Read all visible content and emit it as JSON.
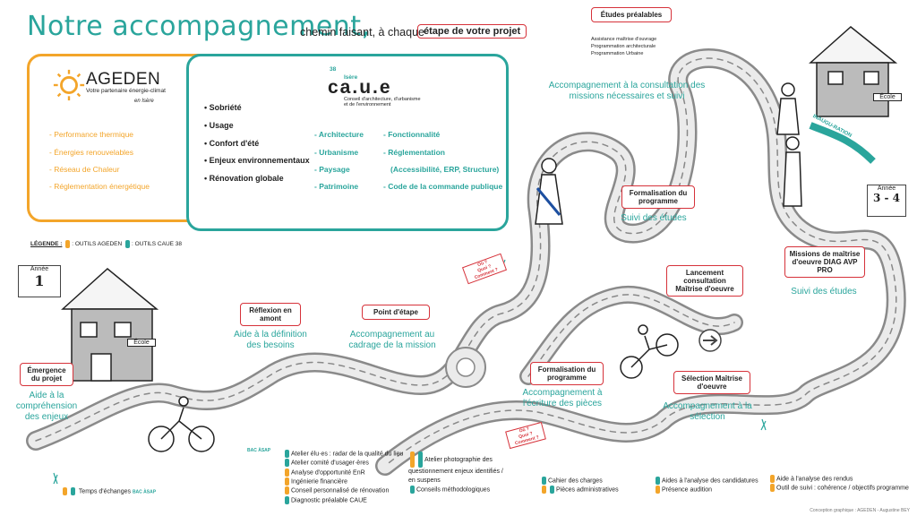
{
  "header": {
    "title": "Notre accompagnement,",
    "subtitle": "chemin faisant, à chaque",
    "etape_label": "étape de votre projet"
  },
  "ageden": {
    "name": "AGEDEN",
    "tagline": "Votre partenaire énergie-climat",
    "isere": "en Isère",
    "items": [
      "Performance thermique",
      "Énergies renouvelables",
      "Réseau de Chaleur",
      "Réglementation énergétique"
    ]
  },
  "common": {
    "items": [
      "Sobriété",
      "Usage",
      "Confort d'été",
      "Enjeux environnementaux",
      "Rénovation globale"
    ]
  },
  "caue": {
    "number": "38",
    "isere": "Isère",
    "name": "ca.u.e",
    "subtitle": "Conseil d'architecture, d'urbanisme et de l'environnement",
    "col1": [
      "Architecture",
      "Urbanisme",
      "Paysage",
      "Patrimoine"
    ],
    "col2": [
      "Fonctionnalité",
      "Réglementation",
      "(Accessibilité, ERP, Structure)",
      "Code de la commande publique"
    ]
  },
  "legend": {
    "title": "LÉGENDE :",
    "ageden": ": OUTILS AGEDEN",
    "caue": ": OUTILS CAUE 38"
  },
  "annee1": {
    "label": "Année",
    "value": "1"
  },
  "annee34": {
    "label": "Année",
    "value": "3 - 4"
  },
  "ecole_label": "École",
  "inaugu_banner": "INAUGU-RATION",
  "steps": {
    "emergence": {
      "title": "Émergence du projet",
      "desc": "Aide à la compréhension des enjeux"
    },
    "reflexion": {
      "title": "Réflexion en amont",
      "desc": "Aide à la définition des besoins"
    },
    "point": {
      "title": "Point d'étape",
      "desc": "Accompagnement au cadrage de la mission"
    },
    "etudes": {
      "title": "Études préalables",
      "items": [
        "Assistance maîtrise d'ouvrage",
        "Programmation architecturale",
        "Programmation Urbaine"
      ],
      "desc": "Accompagnement à la consultation des missions nécessaires et suivi"
    },
    "formalisation1": {
      "title": "Formalisation du programme",
      "desc": "Accompagnement à l'écriture des pièces"
    },
    "formalisation2": {
      "title": "Formalisation du programme",
      "desc": "Suivi des études"
    },
    "lancement": {
      "title": "Lancement consultation Maîtrise d'oeuvre"
    },
    "selection": {
      "title": "Sélection Maîtrise d'oeuvre",
      "desc": "Accompagnement à la sélection"
    },
    "missions": {
      "title": "Missions de maîtrise d'oeuvre DIAG AVP PRO",
      "desc": "Suivi des études"
    }
  },
  "signs": {
    "sign1": [
      "Où ?",
      "Quoi ?",
      "Comment ?"
    ],
    "sign2": [
      "Où ?",
      "Quoi ?",
      "Comment ?"
    ]
  },
  "tools": {
    "temps": "Temps d'échanges",
    "bar_logo": "BAC ÀSAP",
    "group1": [
      "Atelier élu·es : radar de la qualité du lieu",
      "Atelier comité d'usager·ères",
      "Analyse d'opportunité EnR",
      "Ingénierie financière",
      "Conseil personnalisé de rénovation",
      "Diagnostic préalable CAUE"
    ],
    "group2": [
      "Atelier photographie des questionnement enjeux identifiés / en suspens",
      "Conseils méthodologiques"
    ],
    "group3": [
      "Cahier des charges",
      "Pièces administratives"
    ],
    "group4": [
      "Aides à l'analyse des candidatures",
      "Présence audition"
    ],
    "group5": [
      "Aide à l'analyse des rendus",
      "Outil de suivi : cohérence / objectifs programme"
    ]
  },
  "credit": "Conception graphique : AGEDEN - Augustine BEY",
  "colors": {
    "ageden": "#f3a52a",
    "caue": "#2aa59c",
    "step_border": "#d6323a"
  }
}
